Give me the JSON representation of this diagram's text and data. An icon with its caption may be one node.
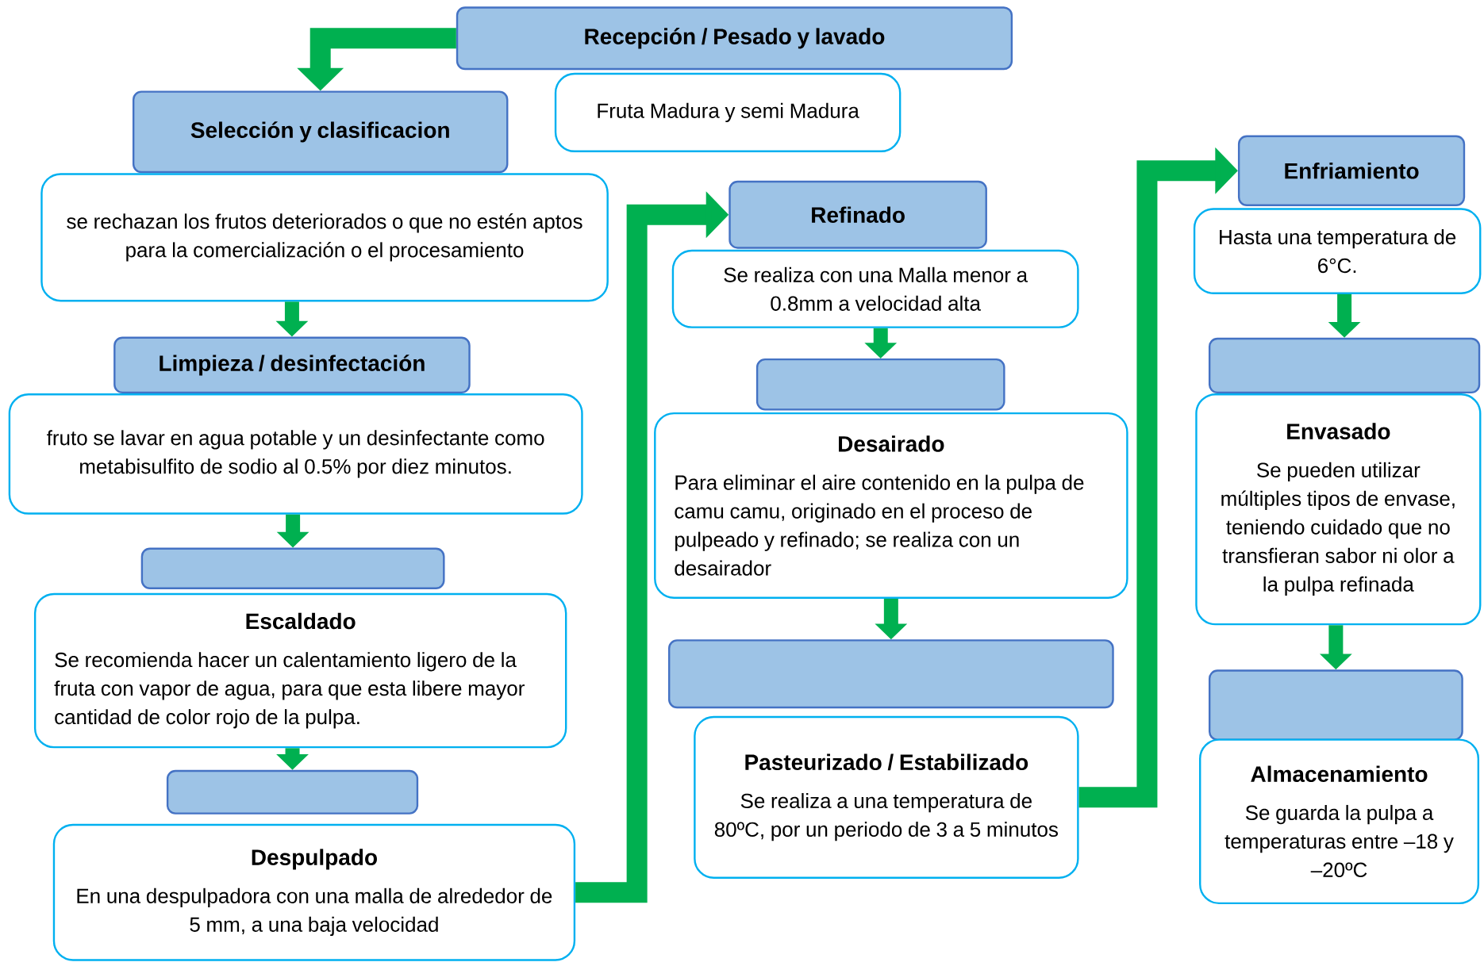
{
  "diagram": {
    "nodes": [
      {
        "text": [
          "Recepción / Pesado y lavado"
        ]
      },
      {
        "text": [
          "Fruta Madura y semi Madura"
        ]
      },
      {
        "text": [
          "Selección y clasificacion"
        ]
      },
      {
        "text": [
          "se rechazan los frutos deteriorados o que no estén aptos para la comercialización o el procesamiento"
        ]
      },
      {
        "text": [
          "Limpieza / desinfectación"
        ]
      },
      {
        "text": [
          "fruto se lavar en agua potable y un desinfectante como metabisulfito de sodio al 0.5% por diez minutos."
        ]
      },
      {
        "text": [],
        "shape": "box"
      },
      {
        "text": [
          "Escaldado",
          "Se recomienda hacer un calentamiento ligero de la fruta con vapor de agua, para que esta libere mayor cantidad de color rojo de la pulpa."
        ]
      },
      {
        "text": [],
        "shape": "box"
      },
      {
        "text": [
          "Despulpado",
          "En una despulpadora con una malla de alrededor de 5 mm, a una baja velocidad"
        ]
      },
      {
        "text": [
          "Refinado"
        ]
      },
      {
        "text": [
          "Se realiza con una Malla menor a 0.8mm a velocidad alta"
        ]
      },
      {
        "text": [],
        "shape": "box"
      },
      {
        "text": [
          "Desairado",
          "Para eliminar el aire contenido en la pulpa de camu camu, originado en el proceso de pulpeado y refinado; se realiza con un desairador"
        ]
      },
      {
        "text": [],
        "shape": "box"
      },
      {
        "text": [
          "Pasteurizado / Estabilizado",
          "Se realiza a una temperatura de 80ºC, por un periodo de 3 a 5 minutos"
        ]
      },
      {
        "text": [
          "Enfriamiento"
        ]
      },
      {
        "text": [
          "Hasta una temperatura de 6°C."
        ]
      },
      {
        "text": [],
        "shape": "box"
      },
      {
        "text": [
          "Envasado",
          "Se pueden utilizar múltiples tipos de envase, teniendo cuidado que no transfieran sabor ni olor a la pulpa refinada"
        ]
      },
      {
        "text": [],
        "shape": "box"
      },
      {
        "text": [
          "Almacenamiento",
          "Se guarda la pulpa a temperaturas entre –18 y –20ºC"
        ]
      }
    ],
    "edges": [
      {
        "from": 0,
        "to": 2,
        "arrow": "to"
      },
      {
        "from": 3,
        "to": 4,
        "arrow": "to"
      },
      {
        "from": 5,
        "to": 6,
        "arrow": "to"
      },
      {
        "from": 7,
        "to": 8,
        "arrow": "to"
      },
      {
        "from": 9,
        "to": 10,
        "arrow": "to"
      },
      {
        "from": 11,
        "to": 12,
        "arrow": "to"
      },
      {
        "from": 13,
        "to": 14,
        "arrow": "to"
      },
      {
        "from": 15,
        "to": 16,
        "arrow": "to"
      },
      {
        "from": 17,
        "to": 18,
        "arrow": "to"
      },
      {
        "from": 19,
        "to": 20,
        "arrow": "to"
      }
    ]
  }
}
